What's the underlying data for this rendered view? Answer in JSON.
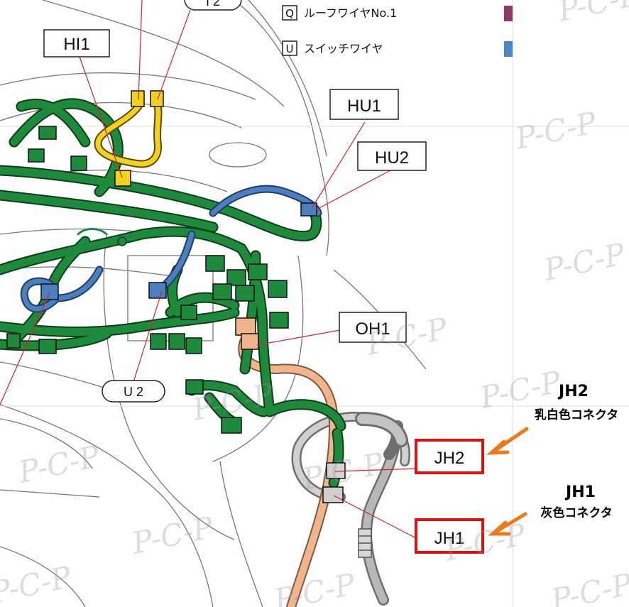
{
  "legend": {
    "items": [
      {
        "code": "Q",
        "label": "ルーフワイヤNo.1",
        "color": "#8b3a62"
      },
      {
        "code": "U",
        "label": "スイッチワイヤ",
        "color": "#4a86c8"
      }
    ]
  },
  "callouts": {
    "i2": "I 2",
    "hi1": "HI1",
    "hu1": "HU1",
    "hu2": "HU2",
    "oh1": "OH1",
    "u2": "U 2",
    "jh2": "JH2",
    "jh1": "JH1"
  },
  "side_notes": {
    "jh2_title": "JH2",
    "jh2_desc": "乳白色コネクタ",
    "jh1_title": "JH1",
    "jh1_desc": "灰色コネクタ"
  },
  "watermark": "P-C-P",
  "colors": {
    "harness_green": "#1e8a3c",
    "harness_blue": "#4a7fc0",
    "harness_yellow": "#f2d21a",
    "harness_peach": "#f2b48a",
    "harness_gray": "#a8a8a8",
    "highlight_red": "#e01010",
    "arrow_orange": "#f07818",
    "leader_red": "#e0202a"
  }
}
